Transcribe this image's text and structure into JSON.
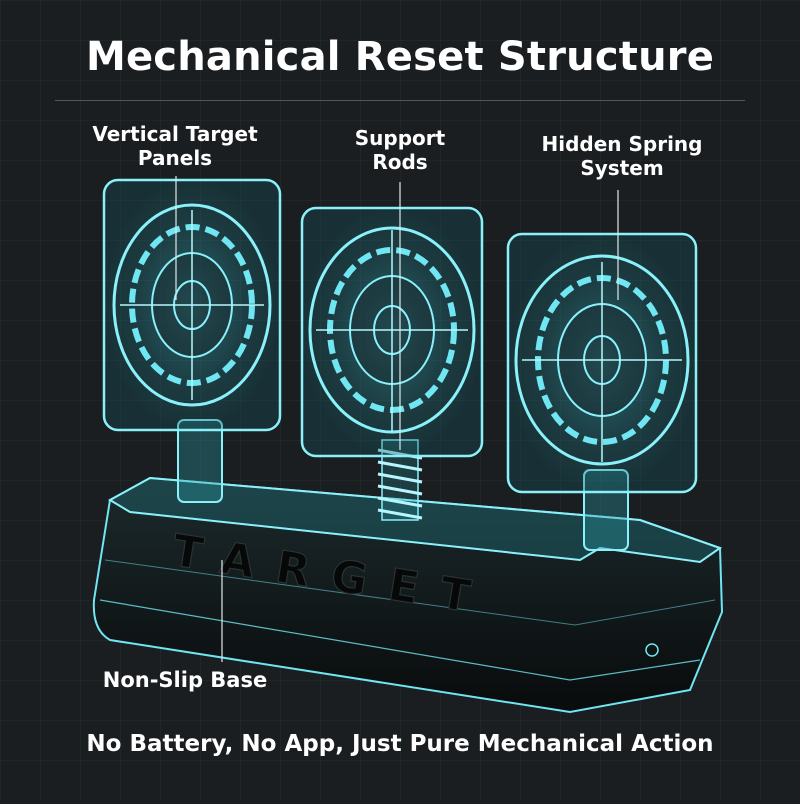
{
  "title": "Mechanical Reset Structure",
  "callouts": {
    "vertical_target_panels": [
      "Vertical Target",
      "Panels"
    ],
    "support_rods": [
      "Support",
      "Rods"
    ],
    "hidden_spring_system": [
      "Hidden Spring",
      "System"
    ],
    "non_slip_base": "Non-Slip Base"
  },
  "base_label": "TARGET",
  "tagline": "No Battery, No App, Just Pure Mechanical Action",
  "colors": {
    "background": "#1a1e21",
    "grid": "#262d30",
    "wireframe": "#6fe6f2",
    "glass_fill": "#1f6f7a",
    "base_body": "#0e1112",
    "text": "#ffffff"
  }
}
